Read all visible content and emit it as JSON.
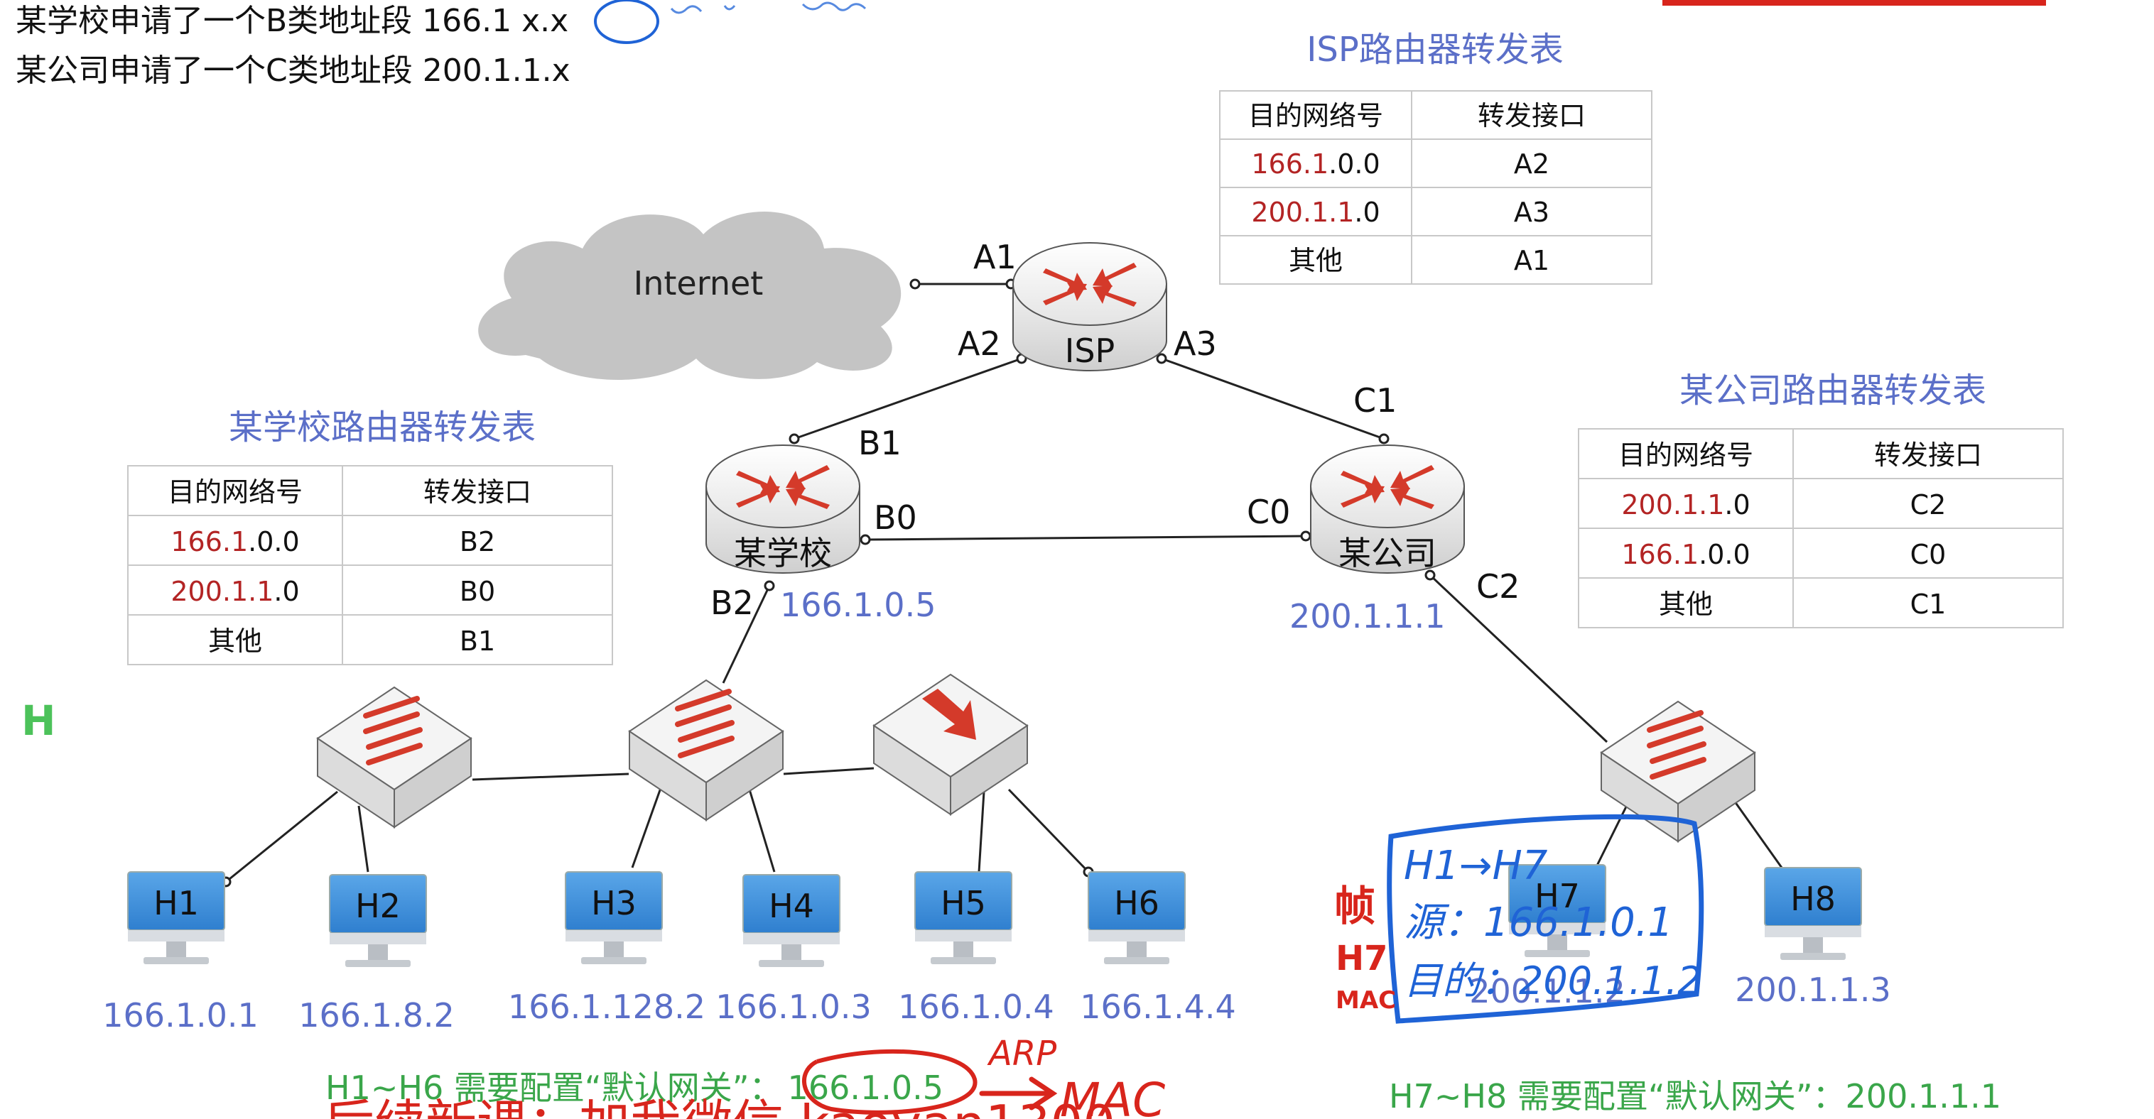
{
  "header": {
    "line1_prefix": "某学校申请了一个B类地址段 166.1",
    "line1_circled": "x.x",
    "line2": "某公司申请了一个C类地址段 200.1.1.x"
  },
  "isp_table": {
    "title": "ISP路由器转发表",
    "headers": [
      "目的网络号",
      "转发接口"
    ],
    "rows": [
      {
        "net_red": "166.1",
        "net_rest": ".0.0",
        "iface": "A2"
      },
      {
        "net_red": "200.1.1",
        "net_rest": ".0",
        "iface": "A3"
      },
      {
        "net_red": "",
        "net_rest": "其他",
        "iface": "A1"
      }
    ]
  },
  "school_table": {
    "title": "某学校路由器转发表",
    "headers": [
      "目的网络号",
      "转发接口"
    ],
    "rows": [
      {
        "net_red": "166.1",
        "net_rest": ".0.0",
        "iface": "B2"
      },
      {
        "net_red": "200.1.1",
        "net_rest": ".0",
        "iface": "B0"
      },
      {
        "net_red": "",
        "net_rest": "其他",
        "iface": "B1"
      }
    ]
  },
  "company_table": {
    "title": "某公司路由器转发表",
    "headers": [
      "目的网络号",
      "转发接口"
    ],
    "rows": [
      {
        "net_red": "200.1.1",
        "net_rest": ".0",
        "iface": "C2"
      },
      {
        "net_red": "166.1",
        "net_rest": ".0.0",
        "iface": "C0"
      },
      {
        "net_red": "",
        "net_rest": "其他",
        "iface": "C1"
      }
    ]
  },
  "network": {
    "internet_label": "Internet",
    "routers": {
      "isp": "ISP",
      "school": "某学校",
      "company": "某公司"
    },
    "ports": {
      "a1": "A1",
      "a2": "A2",
      "a3": "A3",
      "b0": "B0",
      "b1": "B1",
      "b2": "B2",
      "c0": "C0",
      "c1": "C1",
      "c2": "C2"
    },
    "gateways": {
      "school": "166.1.0.5",
      "company": "200.1.1.1"
    },
    "hosts": [
      {
        "name": "H1",
        "ip": "166.1.0.1"
      },
      {
        "name": "H2",
        "ip": "166.1.8.2"
      },
      {
        "name": "H3",
        "ip": "166.1.128.2"
      },
      {
        "name": "H4",
        "ip": "166.1.0.3"
      },
      {
        "name": "H5",
        "ip": "166.1.0.4"
      },
      {
        "name": "H6",
        "ip": "166.1.4.4"
      },
      {
        "name": "H7",
        "ip": "200.1.1.2"
      },
      {
        "name": "H8",
        "ip": "200.1.1.3"
      }
    ]
  },
  "footer": {
    "left_note": "H1~H6 需要配置“默认网关”：",
    "left_value": "166.1.0.5",
    "right_note": "H7~H8 需要配置“默认网关”：200.1.1.1"
  },
  "annotations": {
    "green_h": "H",
    "arp": "ARP",
    "mac": "MAC",
    "box_line1": "H1→H7",
    "box_line2": "源：166.1.0.1",
    "box_line3": "目的：200.1.1.2",
    "side_1": "帧",
    "side_2": "H7",
    "side_3": "MAC"
  },
  "colors": {
    "blue_text": "#5b6fc8",
    "red_text": "#b32424",
    "green_text": "#3aa64a",
    "pen_blue": "#1f63d6",
    "pen_red": "#d8251c",
    "monitor": "#3f8fd6"
  }
}
